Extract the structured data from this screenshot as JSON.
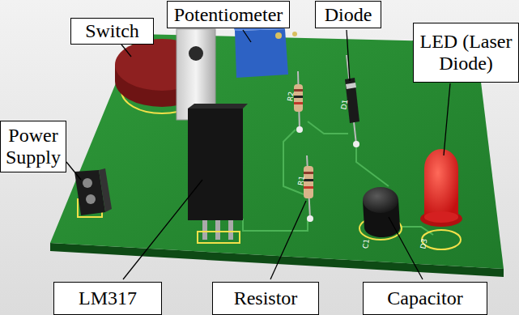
{
  "diagram": {
    "nodes": [
      {
        "text": [
          "Switch"
        ]
      },
      {
        "text": [
          "Potentiometer"
        ]
      },
      {
        "text": [
          "Diode"
        ]
      },
      {
        "text": [
          "LED (Laser Diode)"
        ]
      },
      {
        "text": [
          "Power Supply"
        ]
      },
      {
        "text": [
          "LM317"
        ]
      },
      {
        "text": [
          "Resistor"
        ]
      },
      {
        "text": [
          "Capacitor"
        ]
      }
    ],
    "labels": [
      "R2",
      "D1",
      "R1",
      "C1",
      "D3"
    ]
  }
}
